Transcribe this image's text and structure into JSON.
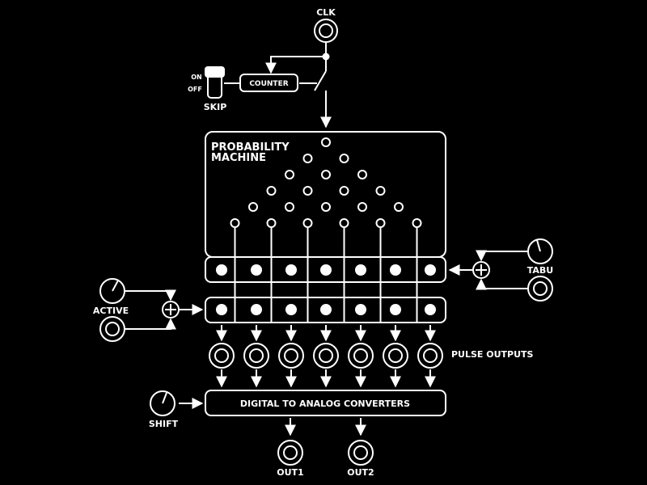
{
  "colors": {
    "background": "#000000",
    "foreground": "#ffffff"
  },
  "clock": {
    "label": "CLK",
    "icon": "jack-socket-icon"
  },
  "counter": {
    "label": "COUNTER"
  },
  "skip": {
    "label": "SKIP",
    "on_label": "ON",
    "off_label": "OFF",
    "icon": "toggle-switch-icon"
  },
  "probability_machine": {
    "title_line1": "PROBABILITY",
    "title_line2": "MACHINE",
    "rows": [
      1,
      2,
      3,
      4,
      5,
      6
    ]
  },
  "tabu": {
    "label": "TABU",
    "icons": [
      "knob-icon",
      "jack-socket-icon",
      "summing-junction-icon"
    ]
  },
  "active": {
    "label": "ACTIVE",
    "icons": [
      "knob-icon",
      "jack-socket-icon",
      "summing-junction-icon"
    ]
  },
  "channels": {
    "count": 7
  },
  "pulse_outputs": {
    "label": "PULSE OUTPUTS"
  },
  "dac": {
    "label": "DIGITAL TO ANALOG CONVERTERS"
  },
  "shift": {
    "label": "SHIFT",
    "icon": "knob-icon"
  },
  "outputs": [
    {
      "label": "OUT1"
    },
    {
      "label": "OUT2"
    }
  ]
}
